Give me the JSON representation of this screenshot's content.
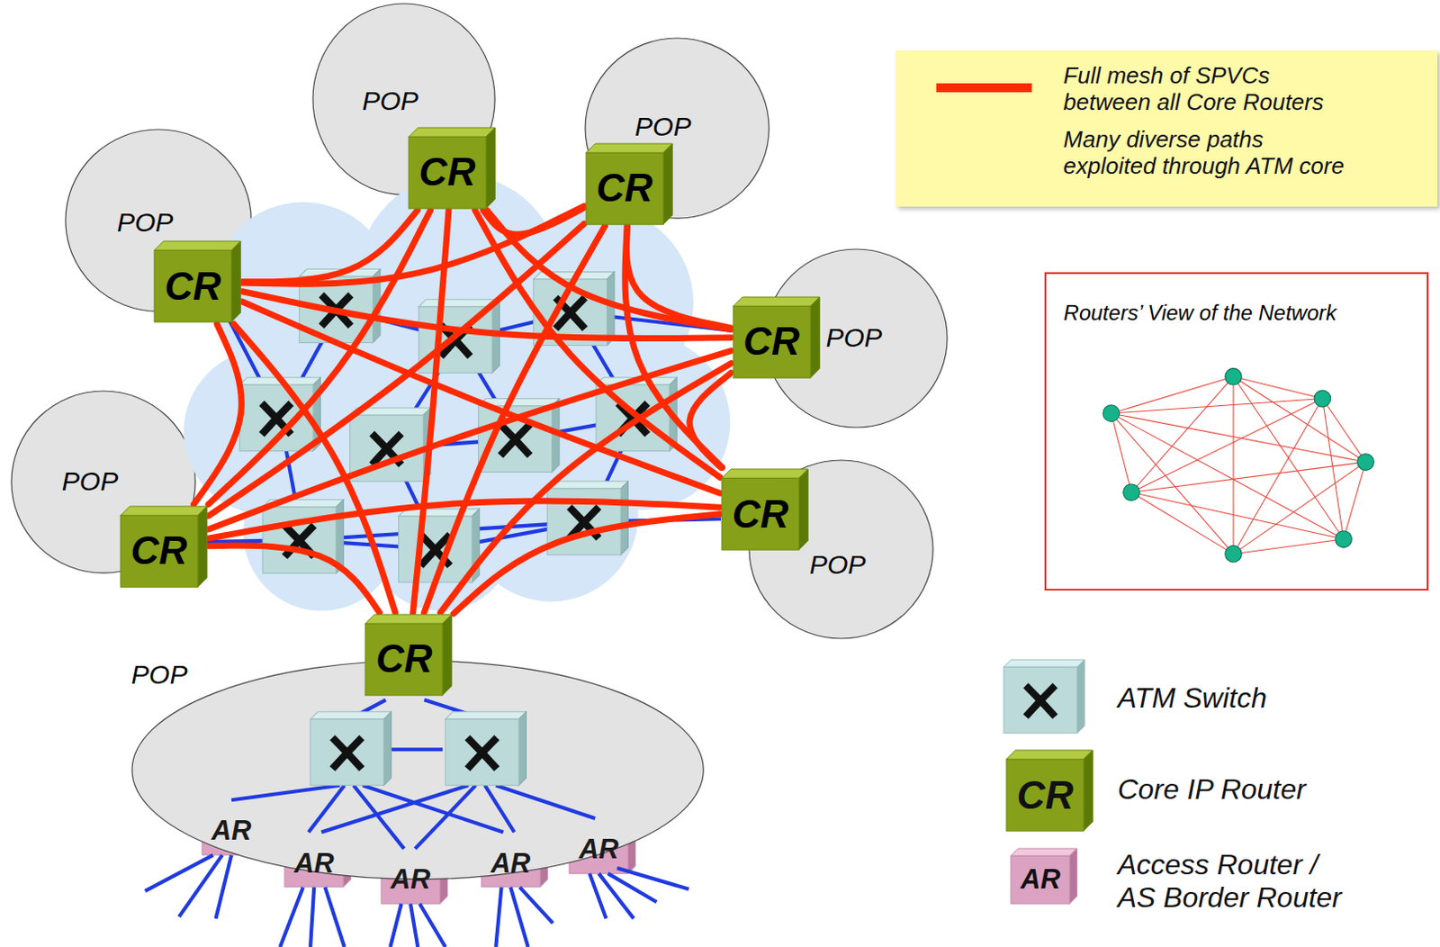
{
  "diagram": {
    "nodes": [
      {
        "text": [
          "POP"
        ]
      },
      {
        "text": [
          "CR"
        ]
      },
      {
        "text": [
          "POP"
        ]
      },
      {
        "text": [
          "CR"
        ]
      },
      {
        "text": [
          "POP"
        ]
      },
      {
        "text": [
          "CR"
        ]
      },
      {
        "text": [
          "POP"
        ]
      },
      {
        "text": [
          "CR"
        ]
      },
      {
        "text": [
          "POP"
        ]
      },
      {
        "text": [
          "CR"
        ]
      },
      {
        "text": [
          "POP"
        ]
      },
      {
        "text": [
          "CR"
        ]
      },
      {
        "text": [
          "POP"
        ]
      },
      {
        "text": [
          "CR"
        ]
      },
      {
        "text": [
          "AR"
        ],
        "in": 12
      },
      {
        "text": [
          "AR"
        ],
        "in": 12
      },
      {
        "text": [
          "AR"
        ],
        "in": 12
      },
      {
        "text": [
          "AR"
        ],
        "in": 12
      },
      {
        "text": [
          "AR"
        ],
        "in": 12
      },
      {
        "text": [
          "Routers’ View of the Network"
        ]
      }
    ],
    "edges": [
      {
        "from": 1,
        "to": 3,
        "arrow": "none"
      },
      {
        "from": 1,
        "to": 5,
        "arrow": "none"
      },
      {
        "from": 1,
        "to": 7,
        "arrow": "none"
      },
      {
        "from": 1,
        "to": 9,
        "arrow": "none"
      },
      {
        "from": 1,
        "to": 11,
        "arrow": "none"
      },
      {
        "from": 1,
        "to": 13,
        "arrow": "none"
      },
      {
        "from": 3,
        "to": 5,
        "arrow": "none"
      },
      {
        "from": 3,
        "to": 7,
        "arrow": "none"
      },
      {
        "from": 3,
        "to": 9,
        "arrow": "none"
      },
      {
        "from": 3,
        "to": 11,
        "arrow": "none"
      },
      {
        "from": 3,
        "to": 13,
        "arrow": "none"
      },
      {
        "from": 5,
        "to": 7,
        "arrow": "none"
      },
      {
        "from": 5,
        "to": 9,
        "arrow": "none"
      },
      {
        "from": 5,
        "to": 11,
        "arrow": "none"
      },
      {
        "from": 5,
        "to": 13,
        "arrow": "none"
      },
      {
        "from": 7,
        "to": 9,
        "arrow": "none"
      },
      {
        "from": 7,
        "to": 11,
        "arrow": "none"
      },
      {
        "from": 7,
        "to": 13,
        "arrow": "none"
      },
      {
        "from": 9,
        "to": 11,
        "arrow": "none"
      },
      {
        "from": 9,
        "to": 13,
        "arrow": "none"
      },
      {
        "from": 11,
        "to": 13,
        "arrow": "none"
      }
    ],
    "labels": [
      "Many diverse paths exploited through ATM core",
      "CR",
      "AR"
    ],
    "legend": [
      {
        "text": "Full mesh of SPVCs between all Core Routers"
      },
      {
        "text": "ATM Switch"
      },
      {
        "text": "Core IP Router"
      },
      {
        "text": "Access Router / AS Border Router"
      }
    ]
  }
}
